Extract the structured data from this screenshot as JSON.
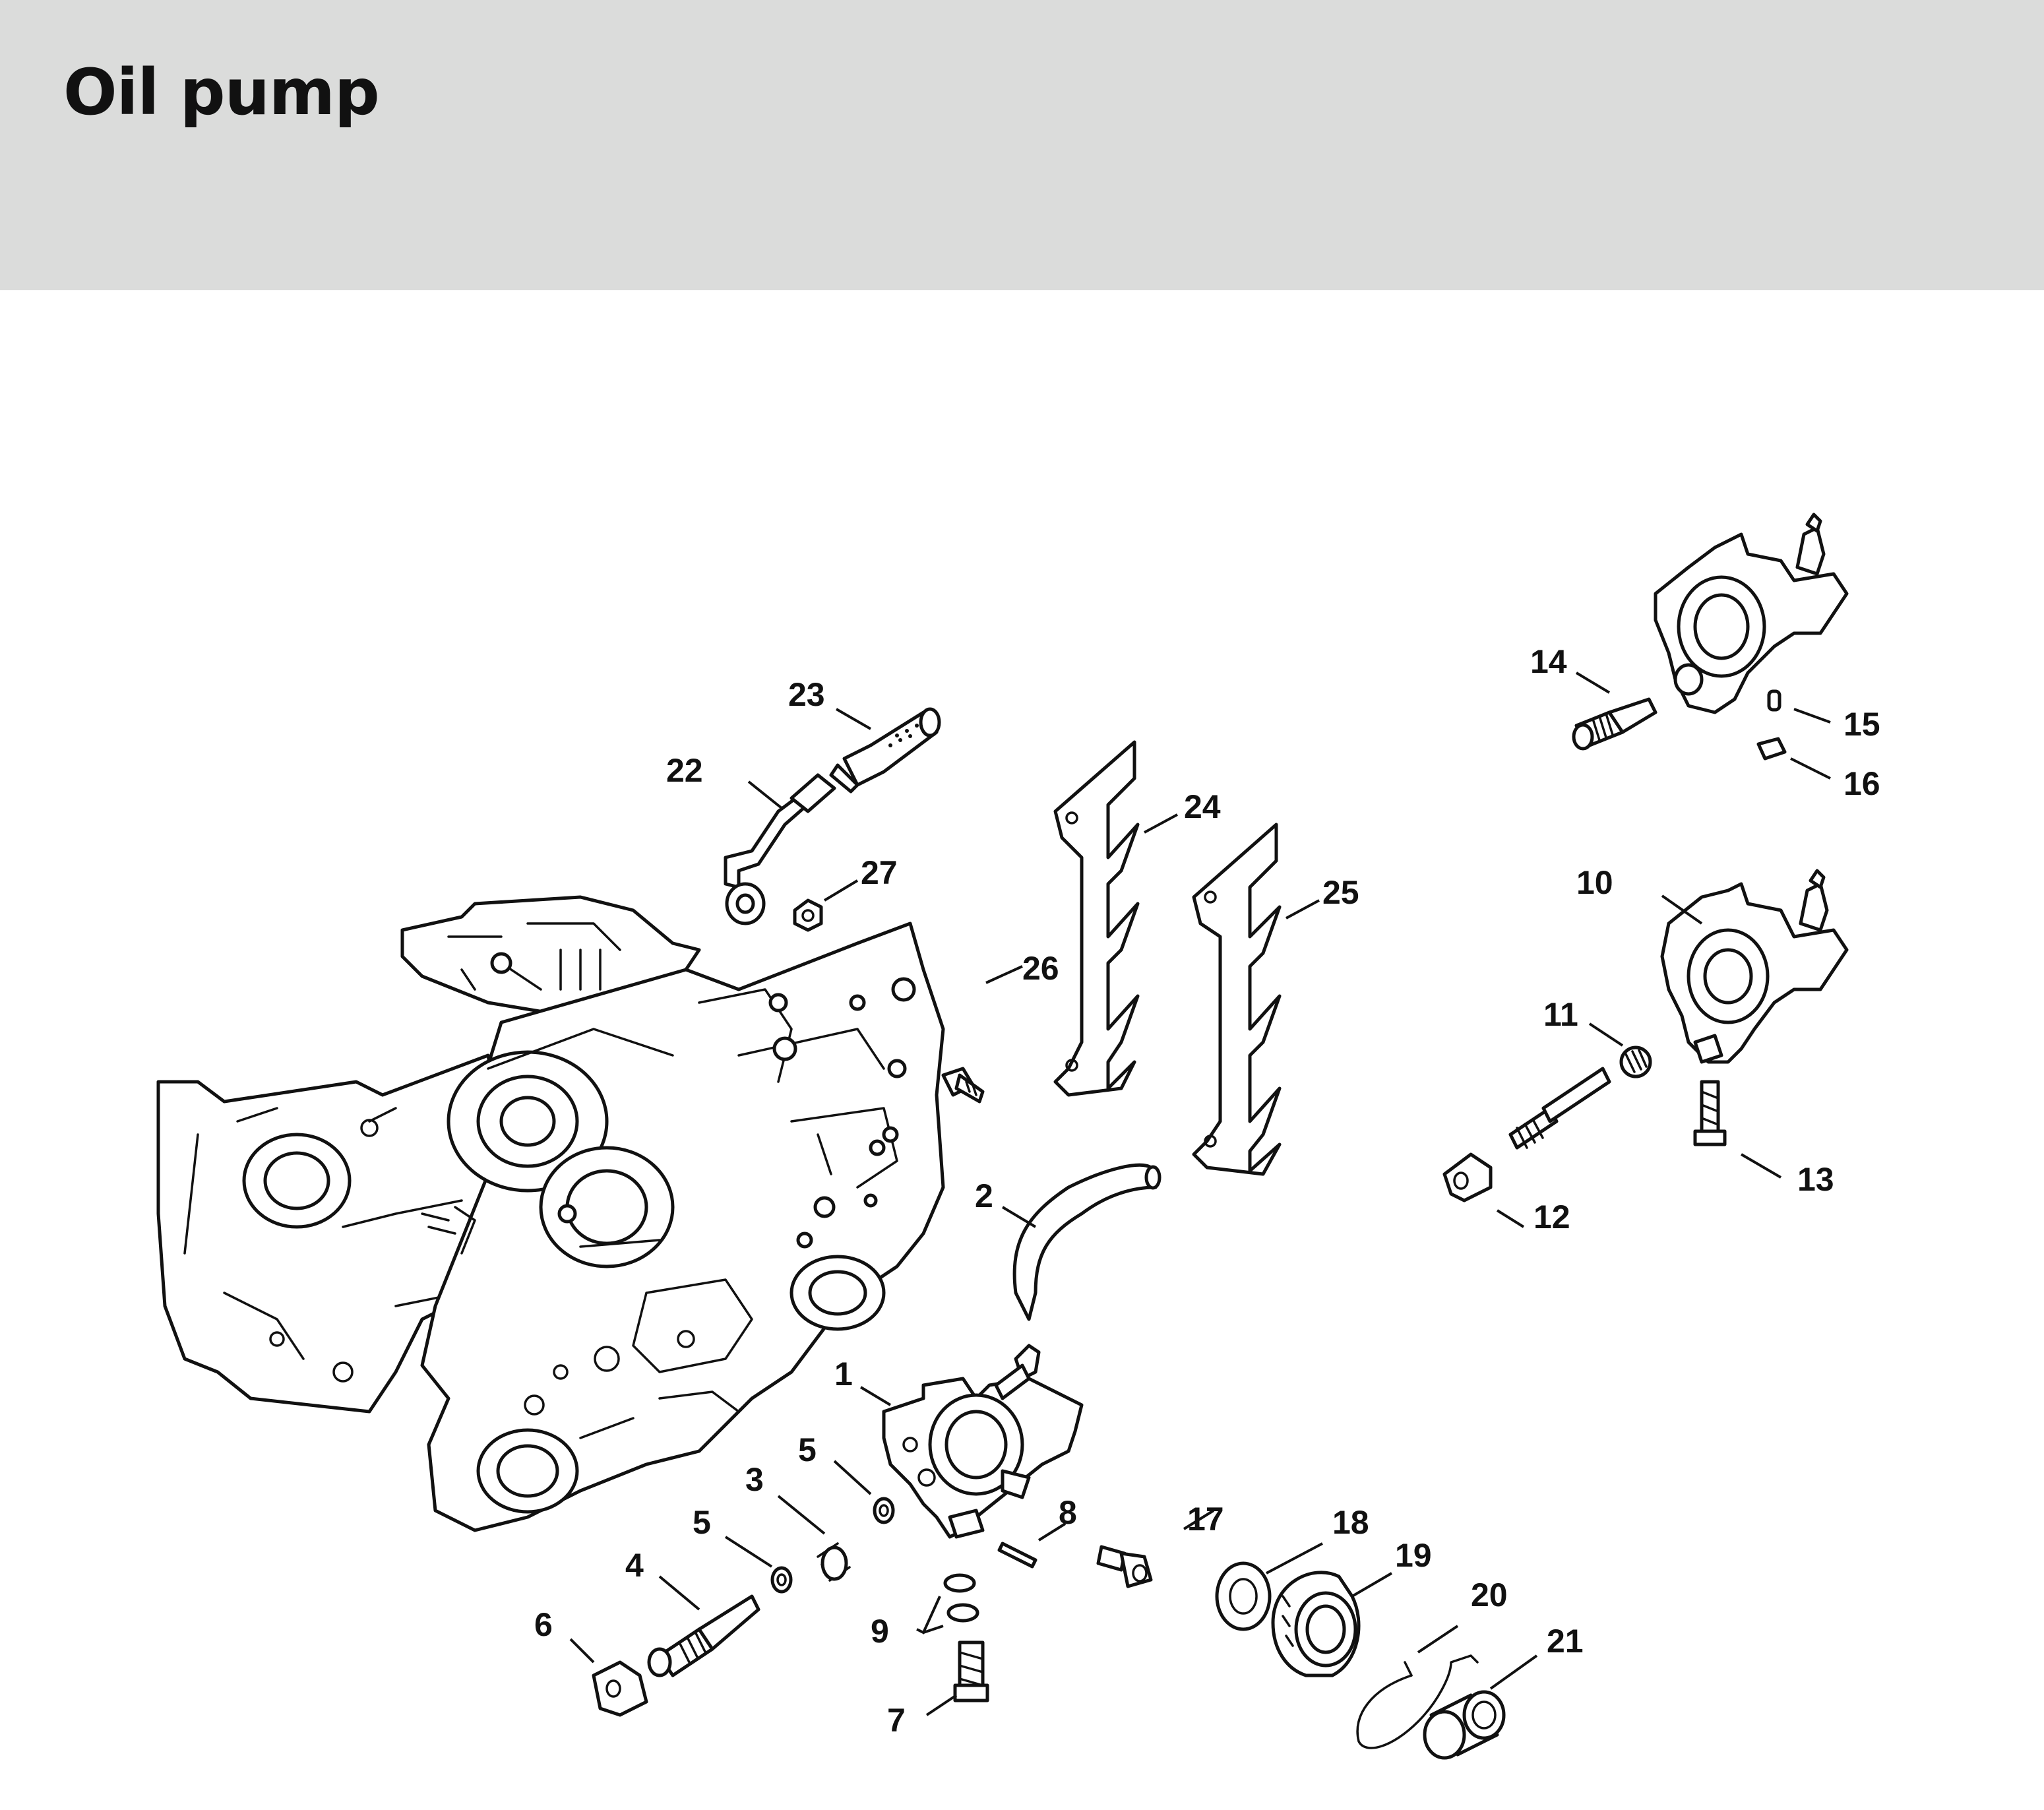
{
  "title": "Oil pump",
  "callouts": [
    {
      "id": "1",
      "label": "1"
    },
    {
      "id": "2",
      "label": "2"
    },
    {
      "id": "3",
      "label": "3"
    },
    {
      "id": "4",
      "label": "4"
    },
    {
      "id": "5a",
      "label": "5"
    },
    {
      "id": "5b",
      "label": "5"
    },
    {
      "id": "6",
      "label": "6"
    },
    {
      "id": "7",
      "label": "7"
    },
    {
      "id": "8",
      "label": "8"
    },
    {
      "id": "9",
      "label": "9"
    },
    {
      "id": "10",
      "label": "10"
    },
    {
      "id": "11",
      "label": "11"
    },
    {
      "id": "12",
      "label": "12"
    },
    {
      "id": "13",
      "label": "13"
    },
    {
      "id": "14",
      "label": "14"
    },
    {
      "id": "15",
      "label": "15"
    },
    {
      "id": "16",
      "label": "16"
    },
    {
      "id": "17",
      "label": "17"
    },
    {
      "id": "18",
      "label": "18"
    },
    {
      "id": "19",
      "label": "19"
    },
    {
      "id": "20",
      "label": "20"
    },
    {
      "id": "21",
      "label": "21"
    },
    {
      "id": "22",
      "label": "22"
    },
    {
      "id": "23",
      "label": "23"
    },
    {
      "id": "24",
      "label": "24"
    },
    {
      "id": "25",
      "label": "25"
    },
    {
      "id": "26",
      "label": "26"
    },
    {
      "id": "27",
      "label": "27"
    }
  ]
}
